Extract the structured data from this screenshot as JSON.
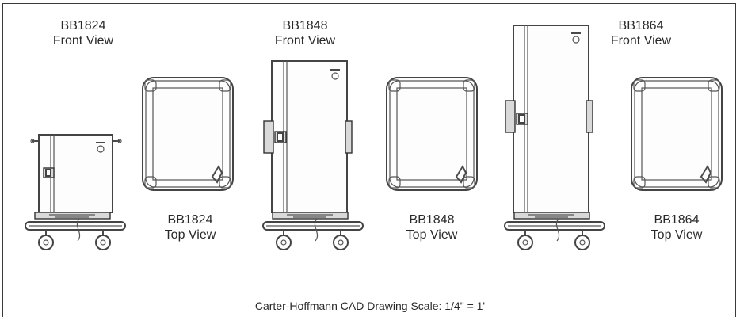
{
  "views": [
    {
      "model": "BB1824",
      "front": "Front View",
      "top": "Top View"
    },
    {
      "model": "BB1848",
      "front": "Front View",
      "top": "Top View"
    },
    {
      "model": "BB1864",
      "front": "Front View",
      "top": "Top View"
    }
  ],
  "caption": "Carter-Hoffmann CAD Drawing Scale:  1/4\" = 1'"
}
